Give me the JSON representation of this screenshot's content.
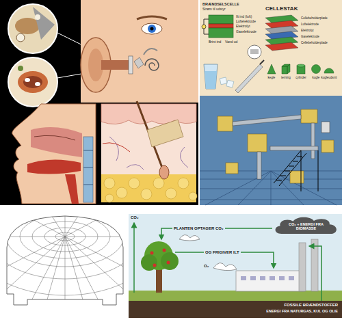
{
  "diagram": {
    "nodes": [
      {
        "text": [
          "CO₂ + ENERGI FRA BIOMASSE"
        ]
      }
    ],
    "labels": [
      "BRÆNDSELSCELLE",
      "Strøm til udstyr",
      "Ilt ind (luft)",
      "Luftelektrode",
      "Elektrolyt",
      "Gaselektrode",
      "Brint ind",
      "Vand ud",
      "CELLESTAK",
      "Cellebeholderplade",
      "Luftelektrode",
      "Elektrolyt",
      "Gaselektrode",
      "Cellebeholderplade",
      "kegle",
      "terning",
      "cylinder",
      "kugle",
      "kugleudsnit",
      "CO₂",
      "PLANTEN OPTAGER CO₂",
      "OG FRIGIVER ILT",
      "O₂",
      "FOSSILE BRÆNDSTOFFER",
      "ENERGI FRA NATURGAS, KUL OG OLIE"
    ]
  }
}
